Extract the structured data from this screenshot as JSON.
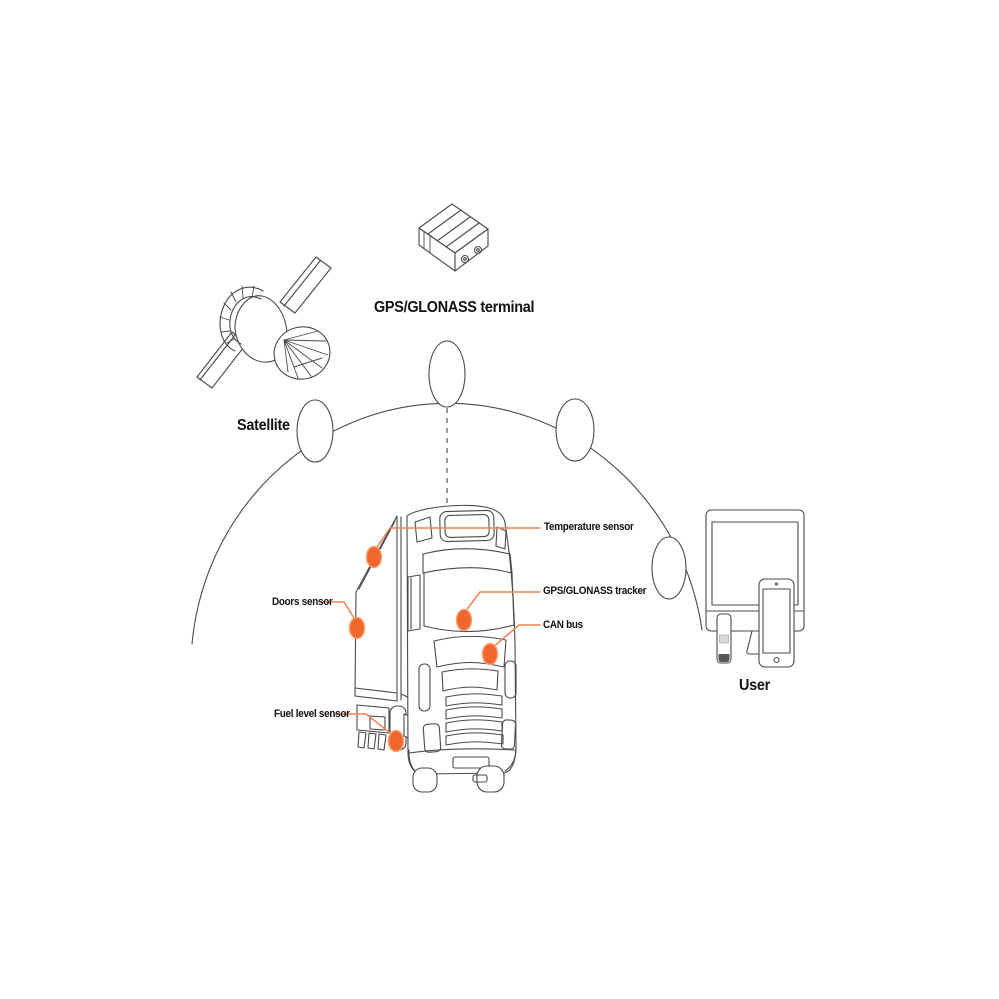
{
  "labels": {
    "satellite": "Satellite",
    "gps_terminal": "GPS/GLONASS terminal",
    "user": "User"
  },
  "sensor_callouts": {
    "temperature": "Temperature sensor",
    "doors": "Doors sensor",
    "gps_tracker": "GPS/GLONASS tracker",
    "can_bus": "CAN bus",
    "fuel_level": "Fuel level sensor"
  },
  "colors": {
    "accent_orange": "#f0662d",
    "leader_orange": "#ef8354",
    "line_gray": "#4a4a4a",
    "text_black": "#111111",
    "background": "#ffffff"
  },
  "icons": {
    "satellite": "satellite-illustration",
    "terminal": "gps-terminal-illustration",
    "signal_arc": "signal-arc",
    "signal_nodes": "signal-node-ellipses",
    "link": "dashed-link-line",
    "truck": "truck-illustration",
    "monitor": "monitor-illustration",
    "phone": "smartphone-illustration",
    "usb_modem": "usb-modem-illustration"
  }
}
